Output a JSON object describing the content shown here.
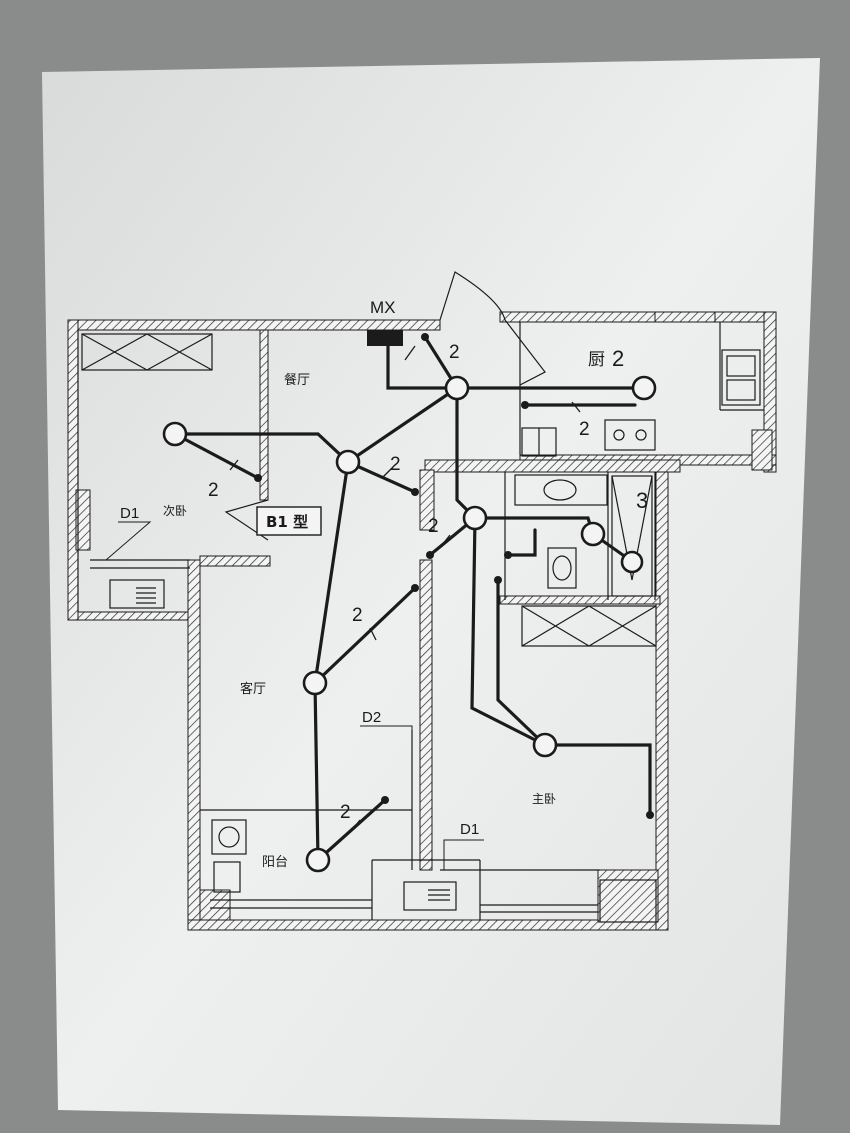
{
  "plan": {
    "mx": "MX",
    "type_label": "B1 型",
    "rooms": {
      "dining": "餐厅",
      "second_bedroom": "次卧",
      "living": "客厅",
      "balcony": "阳台",
      "master_bedroom": "主卧",
      "kitchen": "厨"
    },
    "tags": {
      "kitchen_num": "2",
      "bath_num": "3",
      "d1_left": "D1",
      "d1_right": "D1",
      "d2": "D2"
    },
    "cable_counts": [
      "2",
      "2",
      "2",
      "2",
      "2",
      "2",
      "2"
    ]
  },
  "colors": {
    "background": "#8a8c8b",
    "paper": "#f3f4f4",
    "ink": "#1b1b1b",
    "wall_hatch": "#2a2a2a"
  }
}
